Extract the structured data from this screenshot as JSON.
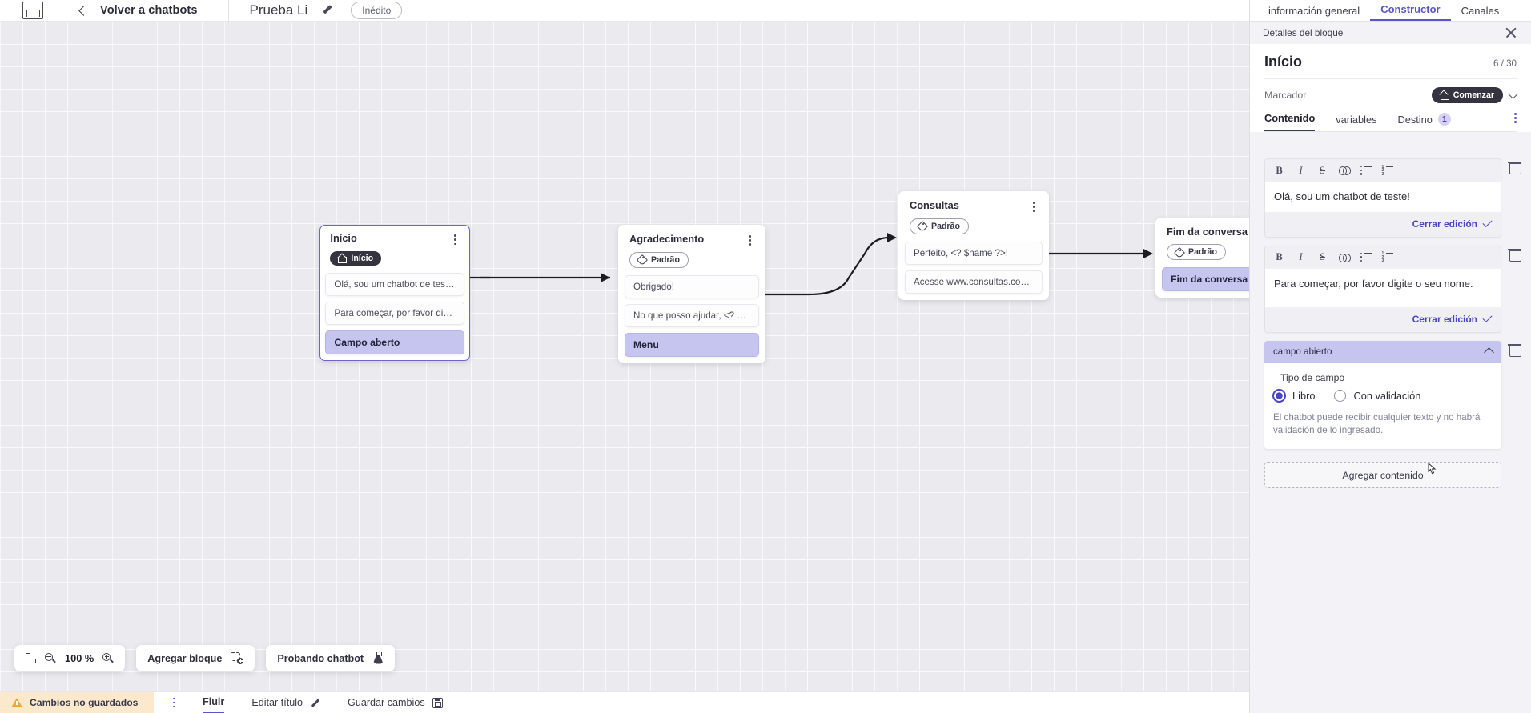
{
  "topbar": {
    "logo_name": "app-logo",
    "back_label": "Volver a chatbots",
    "bot_title": "Prueba Li",
    "edit_icon": "pencil-icon",
    "status_badge": "Inédito"
  },
  "canvas": {
    "nodes": [
      {
        "id": "inicio",
        "title": "Início",
        "tag": "Início",
        "tag_style": "dark",
        "tag_icon": "home-icon",
        "selected": true,
        "messages": [
          "Olá, sou um chatbot de teste!",
          "Para começar, por favor digite o ..."
        ],
        "input_label": "Campo aberto"
      },
      {
        "id": "agradecimento",
        "title": "Agradecimento",
        "tag": "Padrão",
        "tag_style": "outline",
        "tag_icon": "label-icon",
        "selected": false,
        "messages": [
          "Obrigado!",
          "No que posso ajudar, <? $name ..."
        ],
        "input_label": "Menu"
      },
      {
        "id": "consultas",
        "title": "Consultas",
        "tag": "Padrão",
        "tag_style": "outline",
        "tag_icon": "label-icon",
        "selected": false,
        "messages": [
          "Perfeito, <? $name ?>!",
          "Acesse www.consultas.com par..."
        ],
        "input_label": null
      },
      {
        "id": "fim",
        "title": "Fim da conversa",
        "tag": "Padrão",
        "tag_style": "outline",
        "tag_icon": "label-icon",
        "selected": false,
        "messages": [],
        "input_label": "Fim da conversa"
      }
    ]
  },
  "float_toolbar": {
    "fit_icon": "fit-screen-icon",
    "zoom_out_icon": "zoom-out-icon",
    "zoom_level": "100 %",
    "zoom_in_icon": "zoom-in-icon",
    "add_block_label": "Agregar bloque",
    "add_block_icon": "add-block-icon",
    "test_label": "Probando chatbot",
    "test_icon": "flask-icon"
  },
  "statusbar": {
    "unsaved_label": "Cambios no guardados",
    "warn_icon": "warning-icon",
    "kebab_icon": "more-options-icon",
    "flow_label": "Fluir",
    "edit_title_label": "Editar título",
    "edit_title_icon": "pencil-icon",
    "save_label": "Guardar cambios",
    "save_icon": "save-icon"
  },
  "right_panel": {
    "tabs": [
      {
        "label": "información general",
        "active": false
      },
      {
        "label": "Constructor",
        "active": true
      },
      {
        "label": "Canales",
        "active": false
      }
    ],
    "header_title": "Detalles del bloque",
    "close_icon": "close-icon",
    "block_name": "Início",
    "block_count": "6 / 30",
    "marker_label": "Marcador",
    "marker_value": "Comenzar",
    "marker_icon": "home-icon",
    "marker_chevron": "chevron-down-icon",
    "inner_tabs": [
      {
        "label": "Contenido",
        "active": true,
        "count": null
      },
      {
        "label": "variables",
        "active": false,
        "count": null
      },
      {
        "label": "Destino",
        "active": false,
        "count": "1"
      }
    ],
    "inner_kebab_icon": "more-options-icon",
    "editors": [
      {
        "toolbar": [
          "B",
          "I",
          "S",
          "link-icon",
          "bullet-list-icon",
          "numbered-list-icon"
        ],
        "text": "Olá, sou um chatbot de teste!",
        "close_edit_label": "Cerrar edición",
        "delete_icon": "trash-icon"
      },
      {
        "toolbar": [
          "B",
          "I",
          "S",
          "link-icon",
          "bullet-list-icon",
          "numbered-list-icon"
        ],
        "text": "Para começar, por favor digite o seu nome.",
        "close_edit_label": "Cerrar edición",
        "delete_icon": "trash-icon"
      }
    ],
    "field_card": {
      "header": "campo abierto",
      "collapse_icon": "chevron-up-icon",
      "delete_icon": "trash-icon",
      "subtitle": "Tipo de campo",
      "options": [
        {
          "label": "Libro",
          "selected": true
        },
        {
          "label": "Con validación",
          "selected": false
        }
      ],
      "note": "El chatbot puede recibir cualquier texto y no habrá validación de lo ingresado."
    },
    "add_content_label": "Agregar contenido"
  },
  "colors": {
    "accent": "#5a55c8",
    "link": "#4a45c4",
    "selection": "#c5c5ef",
    "warning_bg": "#fce9cd",
    "dark_pill": "#34333f"
  }
}
